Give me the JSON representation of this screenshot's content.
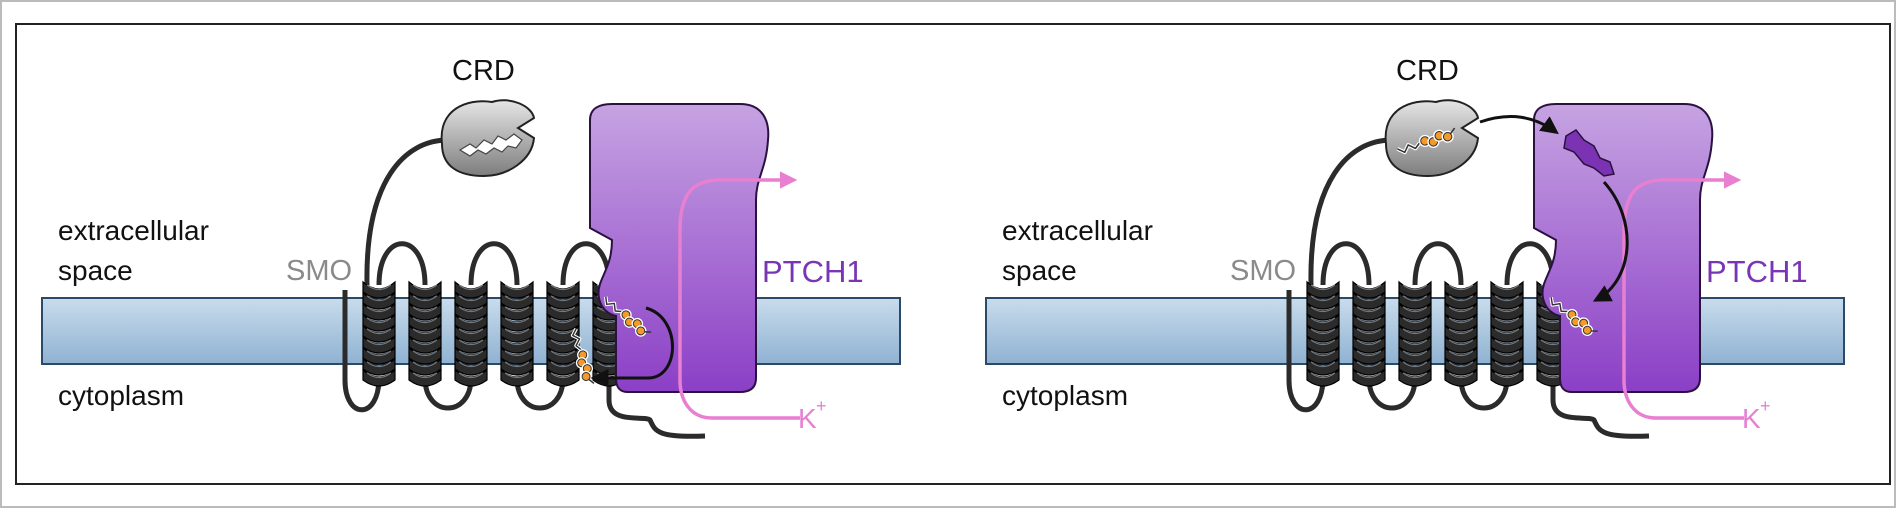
{
  "panels": [
    {
      "id": "left",
      "labels": {
        "crd": "CRD",
        "smo": "SMO",
        "ptch1": "PTCH1",
        "extracellular_line1": "extracellular",
        "extracellular_line2": "space",
        "cytoplasm": "cytoplasm",
        "k_ion": "K",
        "k_charge": "+"
      }
    },
    {
      "id": "right",
      "labels": {
        "crd": "CRD",
        "smo": "SMO",
        "ptch1": "PTCH1",
        "extracellular_line1": "extracellular",
        "extracellular_line2": "space",
        "cytoplasm": "cytoplasm",
        "k_ion": "K",
        "k_charge": "+"
      }
    }
  ],
  "colors": {
    "membrane_top": "#c9dcec",
    "membrane_bottom": "#8fb2d2",
    "membrane_edge": "#2a4a6a",
    "ptch1_top": "#c6a3e2",
    "ptch1_bottom": "#8b3fc6",
    "ptch1_label": "#7a35b4",
    "k_flux": "#e87fd0",
    "smo_helix": "#2b2b2b",
    "smo_label": "#8a8a8a",
    "crd_fill": "#9a9a9a",
    "sterol_orange": "#f39a2a"
  },
  "icons": [
    "crd-domain-icon",
    "ptch1-transporter-icon",
    "smo-receptor-icon",
    "cholesterol-icon",
    "k-flux-arrow-icon"
  ]
}
